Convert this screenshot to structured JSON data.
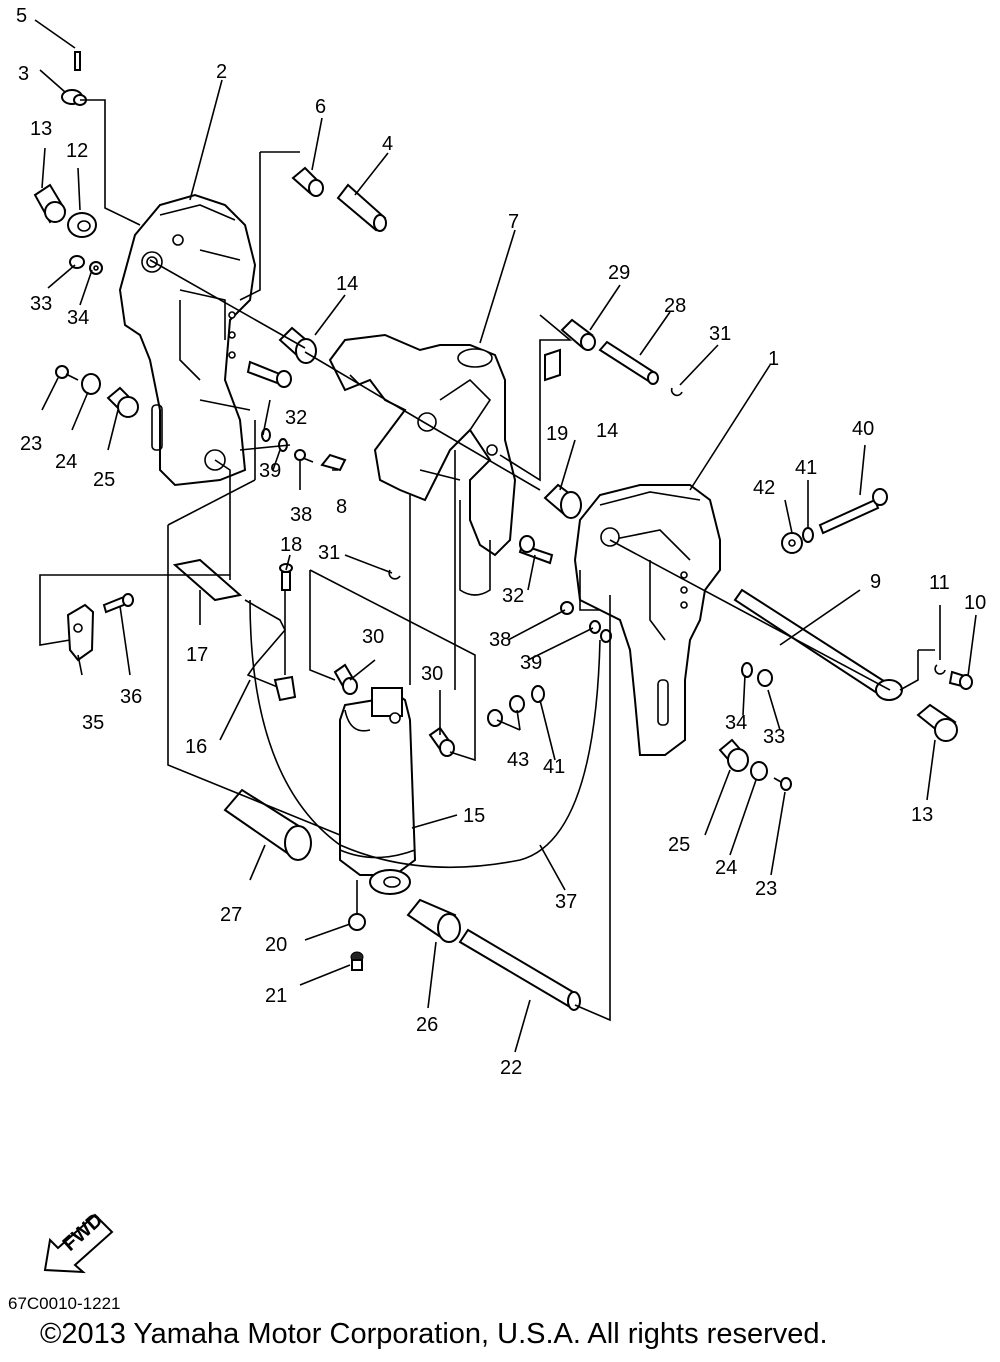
{
  "callouts": [
    "1",
    "2",
    "3",
    "4",
    "5",
    "6",
    "7",
    "8",
    "9",
    "10",
    "11",
    "12",
    "13",
    "14",
    "15",
    "16",
    "17",
    "18",
    "19",
    "20",
    "21",
    "22",
    "23",
    "24",
    "25",
    "26",
    "27",
    "28",
    "29",
    "30",
    "31",
    "32",
    "33",
    "34",
    "35",
    "36",
    "37",
    "38",
    "39",
    "40",
    "41",
    "42",
    "43"
  ],
  "fwd_label": "FWD",
  "drawing_code": "67C0010-1221",
  "copyright": "©2013 Yamaha Motor Corporation, U.S.A. All rights reserved."
}
